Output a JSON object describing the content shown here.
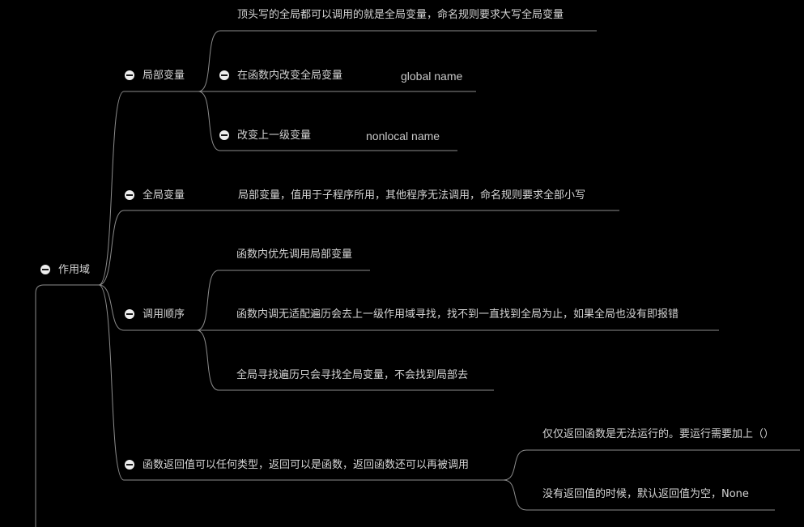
{
  "root": {
    "label": "作用域"
  },
  "branches": {
    "local": {
      "label": "局部变量",
      "children": [
        {
          "text": "顶头写的全局都可以调用的就是全局变量，命名规则要求大写全局变量"
        },
        {
          "text": "在函数内改变全局变量",
          "code": "global name"
        },
        {
          "text": "改变上一级变量",
          "code": "nonlocal  name"
        }
      ]
    },
    "global": {
      "label": "全局变量",
      "note": "局部变量，值用于子程序所用，其他程序无法调用，命名规则要求全部小写"
    },
    "order": {
      "label": "调用顺序",
      "children": [
        {
          "text": "函数内优先调用局部变量"
        },
        {
          "text": "函数内调无适配遍历会去上一级作用域寻找，找不到一直找到全局为止，如果全局也没有即报错"
        },
        {
          "text": "全局寻找遍历只会寻找全局变量，不会找到局部去"
        }
      ]
    },
    "return": {
      "label": "函数返回值可以任何类型，返回可以是函数，返回函数还可以再被调用",
      "children": [
        {
          "text": "仅仅返回函数是无法运行的。要运行需要加上（）"
        },
        {
          "text": "没有返回值的时候，默认返回值为空，None"
        }
      ]
    }
  }
}
